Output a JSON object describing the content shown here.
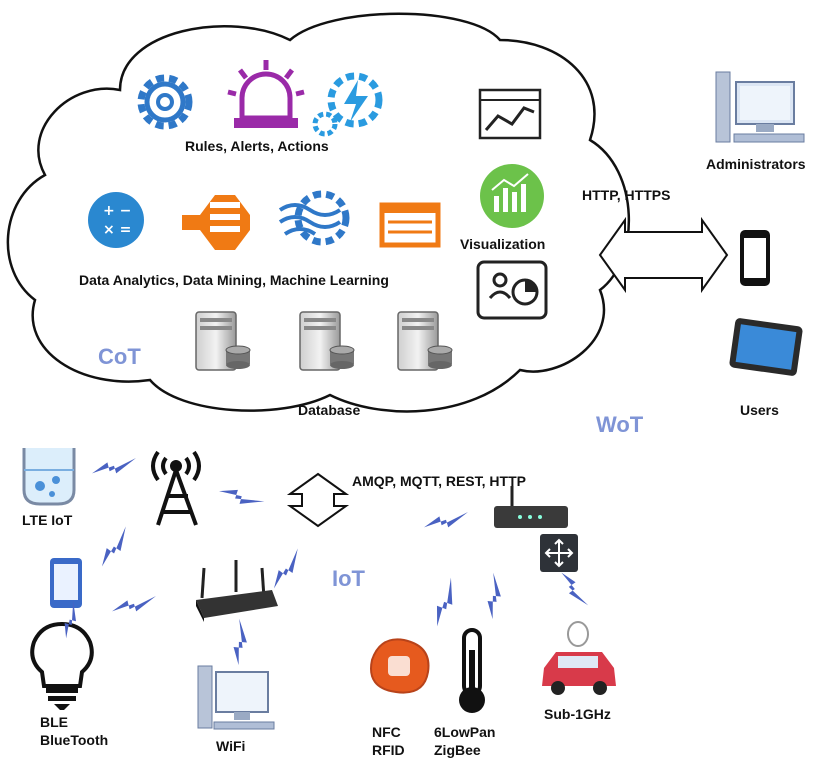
{
  "labels": {
    "rules": "Rules, Alerts, Actions",
    "analytics": "Data Analytics, Data Mining, Machine Learning",
    "database": "Database",
    "visualization": "Visualization",
    "cot": "CoT",
    "wot": "WoT",
    "iot": "IoT",
    "http": "HTTP, HTTPS",
    "protocols": "AMQP, MQTT, REST, HTTP",
    "administrators": "Administrators",
    "users": "Users",
    "lte": "LTE IoT",
    "ble_line1": "BLE",
    "ble_line2": "BlueTooth",
    "wifi": "WiFi",
    "nfc_line1": "NFC",
    "nfc_line2": "RFID",
    "lowpan_line1": "6LowPan",
    "lowpan_line2": "ZigBee",
    "subghz": "Sub-1GHz"
  },
  "icons": [
    "gear-icon",
    "alarm-light-icon",
    "gear-lightning-icon",
    "calculator-icon",
    "orange-process-icon",
    "wave-gear-icon",
    "abacus-icon",
    "line-chart-icon",
    "bar-chart-icon",
    "dashboard-icon",
    "server-icon",
    "desktop-computer-icon",
    "smartphone-icon",
    "tablet-icon",
    "lab-beaker-icon",
    "cell-tower-icon",
    "mobile-phone-icon",
    "light-bulb-icon",
    "wifi-router-icon",
    "pc-icon",
    "gateway-router-icon",
    "switch-icon",
    "nfc-tag-icon",
    "thermometer-icon",
    "car-icon",
    "wireless-signal-icon"
  ],
  "colors": {
    "accent": "#7f94d6",
    "wireless": "#5b6fc8",
    "orange": "#f07a14",
    "blue": "#2f78c8",
    "purple": "#9a2aa8",
    "green": "#6cc24a"
  }
}
